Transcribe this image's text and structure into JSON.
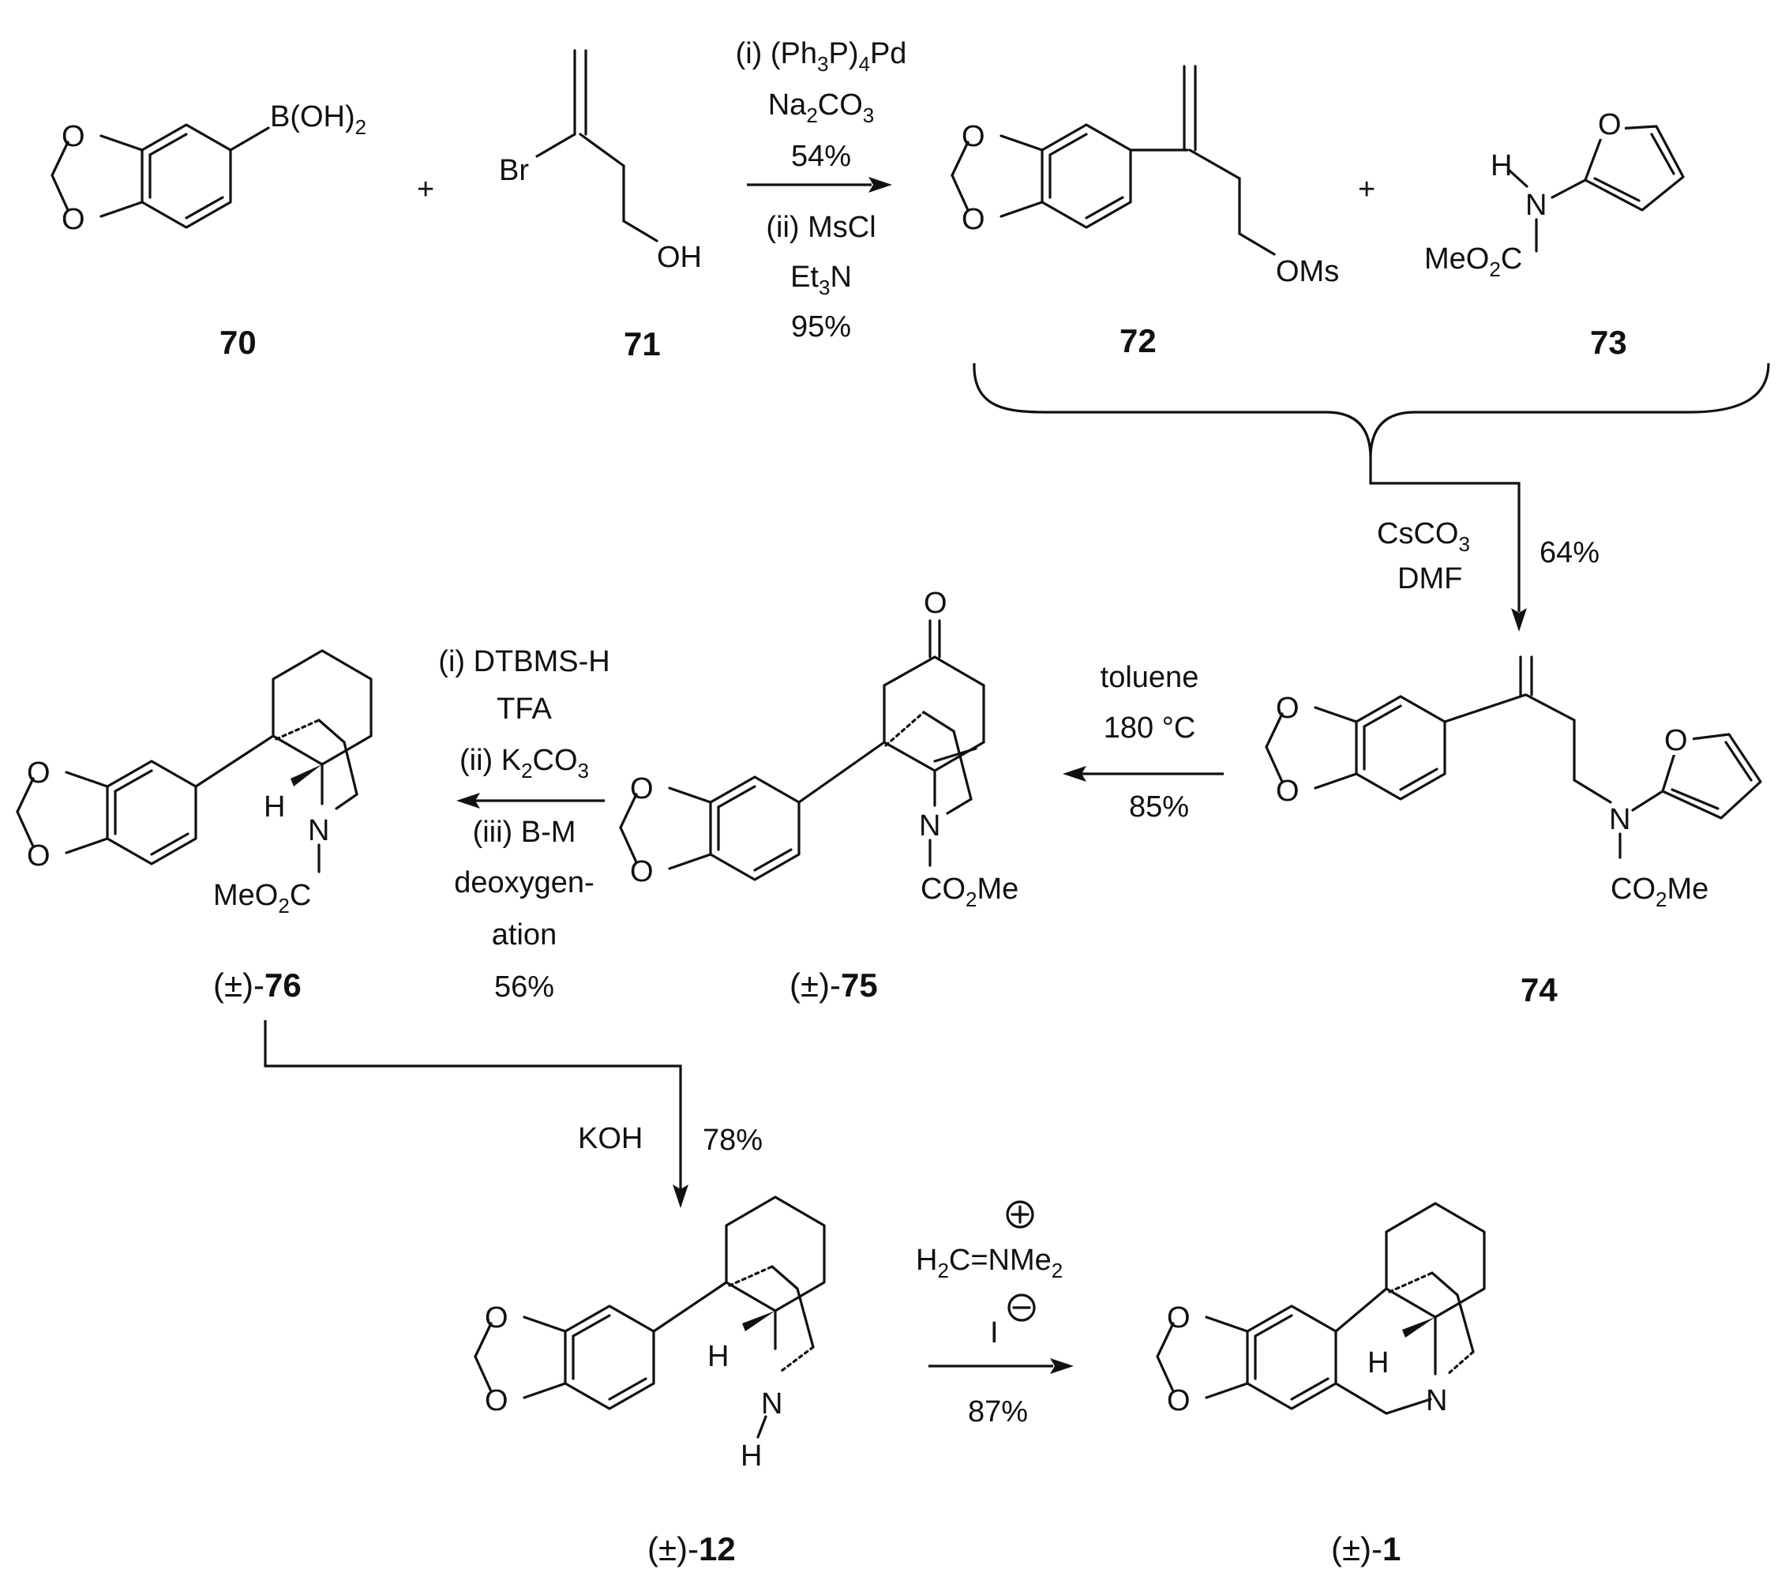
{
  "compounds": {
    "c70": "70",
    "c71": "71",
    "c72": "72",
    "c73": "73",
    "c74": "74",
    "c75_prefix": "(±)-",
    "c75": "75",
    "c76_prefix": "(±)-",
    "c76": "76",
    "c12_prefix": "(±)-",
    "c12": "12",
    "c1_prefix": "(±)-",
    "c1": "1"
  },
  "atoms": {
    "B": "B(OH)",
    "B_sub": "2",
    "O": "O",
    "Br": "Br",
    "OH": "OH",
    "OMs": "OMs",
    "H": "H",
    "N": "N",
    "MeO": "MeO",
    "C": "C",
    "CO": "CO",
    "Me": "Me",
    "sub2": "2",
    "H2": "H",
    "CNMe": "C=NMe",
    "iodide": "I",
    "plus": "+",
    "minus": "−",
    "rxn_plus": "+"
  },
  "steps": {
    "s1": {
      "l1a": "(i) (Ph",
      "l1b": "3",
      "l1c": "P)",
      "l1d": "4",
      "l1e": "Pd",
      "l2a": "Na",
      "l2b": "2",
      "l2c": "CO",
      "l2d": "3",
      "l3": "54%",
      "l4": "(ii) MsCl",
      "l5a": "Et",
      "l5b": "3",
      "l5c": "N",
      "l6": "95%"
    },
    "s2": {
      "l1a": "CsCO",
      "l1b": "3",
      "l2": "DMF",
      "yield": "64%"
    },
    "s3": {
      "l1": "toluene",
      "l2": "180 °C",
      "l3": "85%"
    },
    "s4": {
      "l1": "(i) DTBMS-H",
      "l2": "TFA",
      "l3a": "(ii) K",
      "l3b": "2",
      "l3c": "CO",
      "l3d": "3",
      "l4": "(iii) B-M",
      "l5": "deoxygen-",
      "l6": "ation",
      "l7": "56%"
    },
    "s5": {
      "reagent": "KOH",
      "yield": "78%"
    },
    "s6": {
      "yield": "87%"
    }
  }
}
